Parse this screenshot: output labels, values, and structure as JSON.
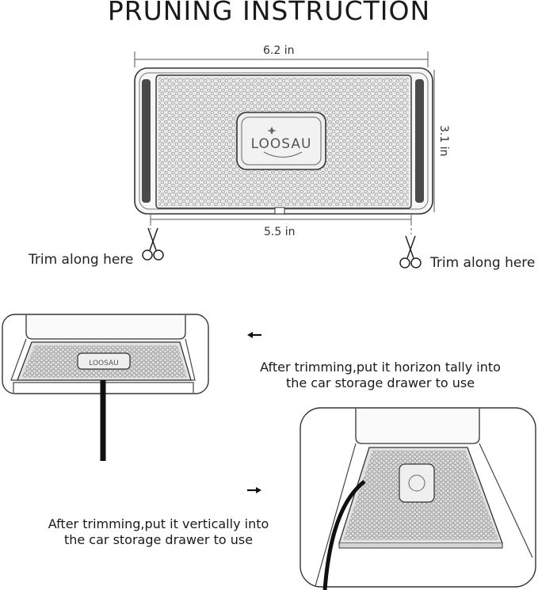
{
  "title": "PRUNING INSTRUCTION",
  "dimensions": {
    "width_label": "6.2 in",
    "height_label": "3.1 in",
    "inner_width_label": "5.5 in"
  },
  "mat": {
    "brand": "LOOSAU"
  },
  "trim": {
    "left": "Trim along here",
    "right": "Trim along here"
  },
  "captions": {
    "horizontal": [
      "After trimming,put it horizon tally into",
      "the car storage drawer to use"
    ],
    "vertical": [
      "After trimming,put it vertically into",
      "the car storage drawer to use"
    ]
  },
  "colors": {
    "line": "#222222",
    "mat_fill": "#e9e9e9",
    "hex": "#9a9a9a",
    "cable": "#111111"
  }
}
